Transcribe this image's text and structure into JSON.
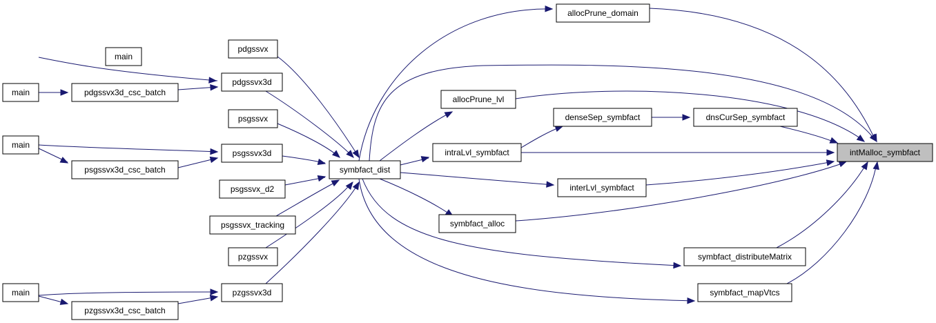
{
  "graph": {
    "edge_color": "#191970",
    "focus_fill": "#bfbfbf",
    "nodes": {
      "main_a": "main",
      "main_b": "main",
      "main_c": "main",
      "main_d": "main",
      "pdgssvx3d_csc_batch": "pdgssvx3d_csc_batch",
      "psgssvx3d_csc_batch": "psgssvx3d_csc_batch",
      "pzgssvx3d_csc_batch": "pzgssvx3d_csc_batch",
      "pdgssvx": "pdgssvx",
      "pdgssvx3d": "pdgssvx3d",
      "psgssvx": "psgssvx",
      "psgssvx3d": "psgssvx3d",
      "psgssvx_d2": "psgssvx_d2",
      "psgssvx_tracking": "psgssvx_tracking",
      "pzgssvx": "pzgssvx",
      "pzgssvx3d": "pzgssvx3d",
      "symbfact_dist": "symbfact_dist",
      "allocPrune_domain": "allocPrune_domain",
      "allocPrune_lvl": "allocPrune_lvl",
      "denseSep_symbfact": "denseSep_symbfact",
      "dnsCurSep_symbfact": "dnsCurSep_symbfact",
      "intraLvl_symbfact": "intraLvl_symbfact",
      "interLvl_symbfact": "interLvl_symbfact",
      "symbfact_alloc": "symbfact_alloc",
      "symbfact_distributeMatrix": "symbfact_distributeMatrix",
      "symbfact_mapVtcs": "symbfact_mapVtcs",
      "intMalloc_symbfact": "intMalloc_symbfact"
    },
    "edges": [
      [
        "main_a",
        "pdgssvx3d"
      ],
      [
        "main_b",
        "pdgssvx3d_csc_batch"
      ],
      [
        "pdgssvx3d_csc_batch",
        "pdgssvx3d"
      ],
      [
        "main_c",
        "psgssvx3d"
      ],
      [
        "main_c",
        "psgssvx3d_csc_batch"
      ],
      [
        "psgssvx3d_csc_batch",
        "psgssvx3d"
      ],
      [
        "main_d",
        "pzgssvx3d"
      ],
      [
        "main_d",
        "pzgssvx3d_csc_batch"
      ],
      [
        "pzgssvx3d_csc_batch",
        "pzgssvx3d"
      ],
      [
        "pdgssvx",
        "symbfact_dist"
      ],
      [
        "pdgssvx3d",
        "symbfact_dist"
      ],
      [
        "psgssvx",
        "symbfact_dist"
      ],
      [
        "psgssvx3d",
        "symbfact_dist"
      ],
      [
        "psgssvx_d2",
        "symbfact_dist"
      ],
      [
        "psgssvx_tracking",
        "symbfact_dist"
      ],
      [
        "pzgssvx",
        "symbfact_dist"
      ],
      [
        "pzgssvx3d",
        "symbfact_dist"
      ],
      [
        "symbfact_dist",
        "allocPrune_domain"
      ],
      [
        "symbfact_dist",
        "allocPrune_lvl"
      ],
      [
        "symbfact_dist",
        "intraLvl_symbfact"
      ],
      [
        "symbfact_dist",
        "interLvl_symbfact"
      ],
      [
        "symbfact_dist",
        "symbfact_alloc"
      ],
      [
        "symbfact_dist",
        "symbfact_distributeMatrix"
      ],
      [
        "symbfact_dist",
        "symbfact_mapVtcs"
      ],
      [
        "symbfact_dist",
        "intMalloc_symbfact"
      ],
      [
        "intraLvl_symbfact",
        "denseSep_symbfact"
      ],
      [
        "denseSep_symbfact",
        "dnsCurSep_symbfact"
      ],
      [
        "allocPrune_domain",
        "intMalloc_symbfact"
      ],
      [
        "allocPrune_lvl",
        "intMalloc_symbfact"
      ],
      [
        "dnsCurSep_symbfact",
        "intMalloc_symbfact"
      ],
      [
        "intraLvl_symbfact",
        "intMalloc_symbfact"
      ],
      [
        "interLvl_symbfact",
        "intMalloc_symbfact"
      ],
      [
        "symbfact_alloc",
        "intMalloc_symbfact"
      ],
      [
        "symbfact_distributeMatrix",
        "intMalloc_symbfact"
      ],
      [
        "symbfact_mapVtcs",
        "intMalloc_symbfact"
      ]
    ]
  }
}
